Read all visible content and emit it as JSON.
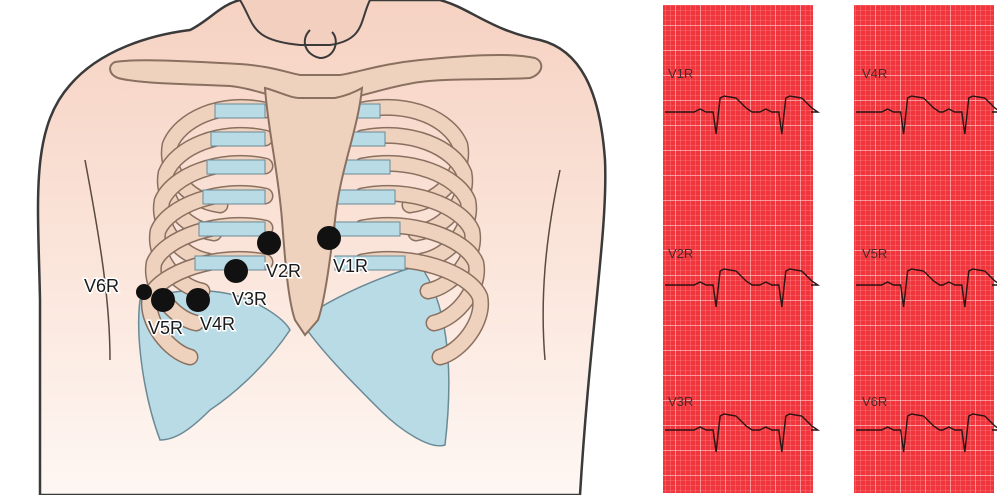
{
  "colors": {
    "skin_top": "#f6d5c6",
    "skin_bottom": "#fdf3ee",
    "bone": "#efd2bd",
    "bone_edge": "#8a7060",
    "cartilage": "#b9dbe6",
    "abdomen": "#b9dbe6",
    "electrode": "#111111",
    "ecg_paper": "#f0363c",
    "ecg_grid": "#ff9aa0",
    "ecg_trace": "#2a1414"
  },
  "electrodes": [
    {
      "id": "V1R",
      "label": "V1R"
    },
    {
      "id": "V2R",
      "label": "V2R"
    },
    {
      "id": "V3R",
      "label": "V3R"
    },
    {
      "id": "V4R",
      "label": "V4R"
    },
    {
      "id": "V5R",
      "label": "V5R"
    },
    {
      "id": "V6R",
      "label": "V6R"
    }
  ],
  "ecg_strips": [
    {
      "name": "strip-left",
      "leads": [
        "V1R",
        "V2R",
        "V3R"
      ]
    },
    {
      "name": "strip-right",
      "leads": [
        "V4R",
        "V5R",
        "V6R"
      ]
    }
  ]
}
